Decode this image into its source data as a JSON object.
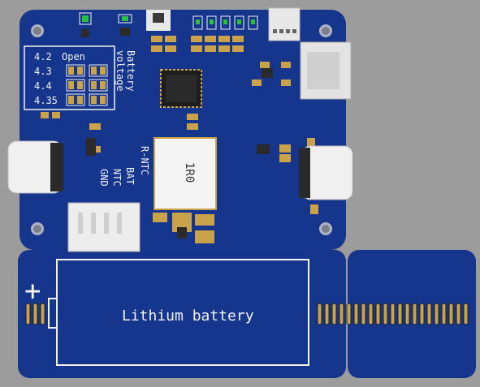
{
  "colors": {
    "background": "#9c9c9c",
    "pcb": "#16358c",
    "pcb_edge": "#0f2a74",
    "silkscreen": "#f2f2f2",
    "pad_gold": "#c9a24a",
    "chip": "#2a2a2a",
    "led_green": "#27c23a",
    "connector_white": "#e8e8e8"
  },
  "voltage_table": {
    "rows": [
      "4.2",
      "4.3",
      "4.4",
      "4.35"
    ],
    "header_open": "Open",
    "caption_line1": "Battery",
    "caption_line2": "voltage"
  },
  "inductor_label": "1R0",
  "jst_pins": [
    "R-NTC",
    "BAT",
    "NTC",
    "GND"
  ],
  "battery_label": "Lithium battery",
  "plus_sign": "+"
}
